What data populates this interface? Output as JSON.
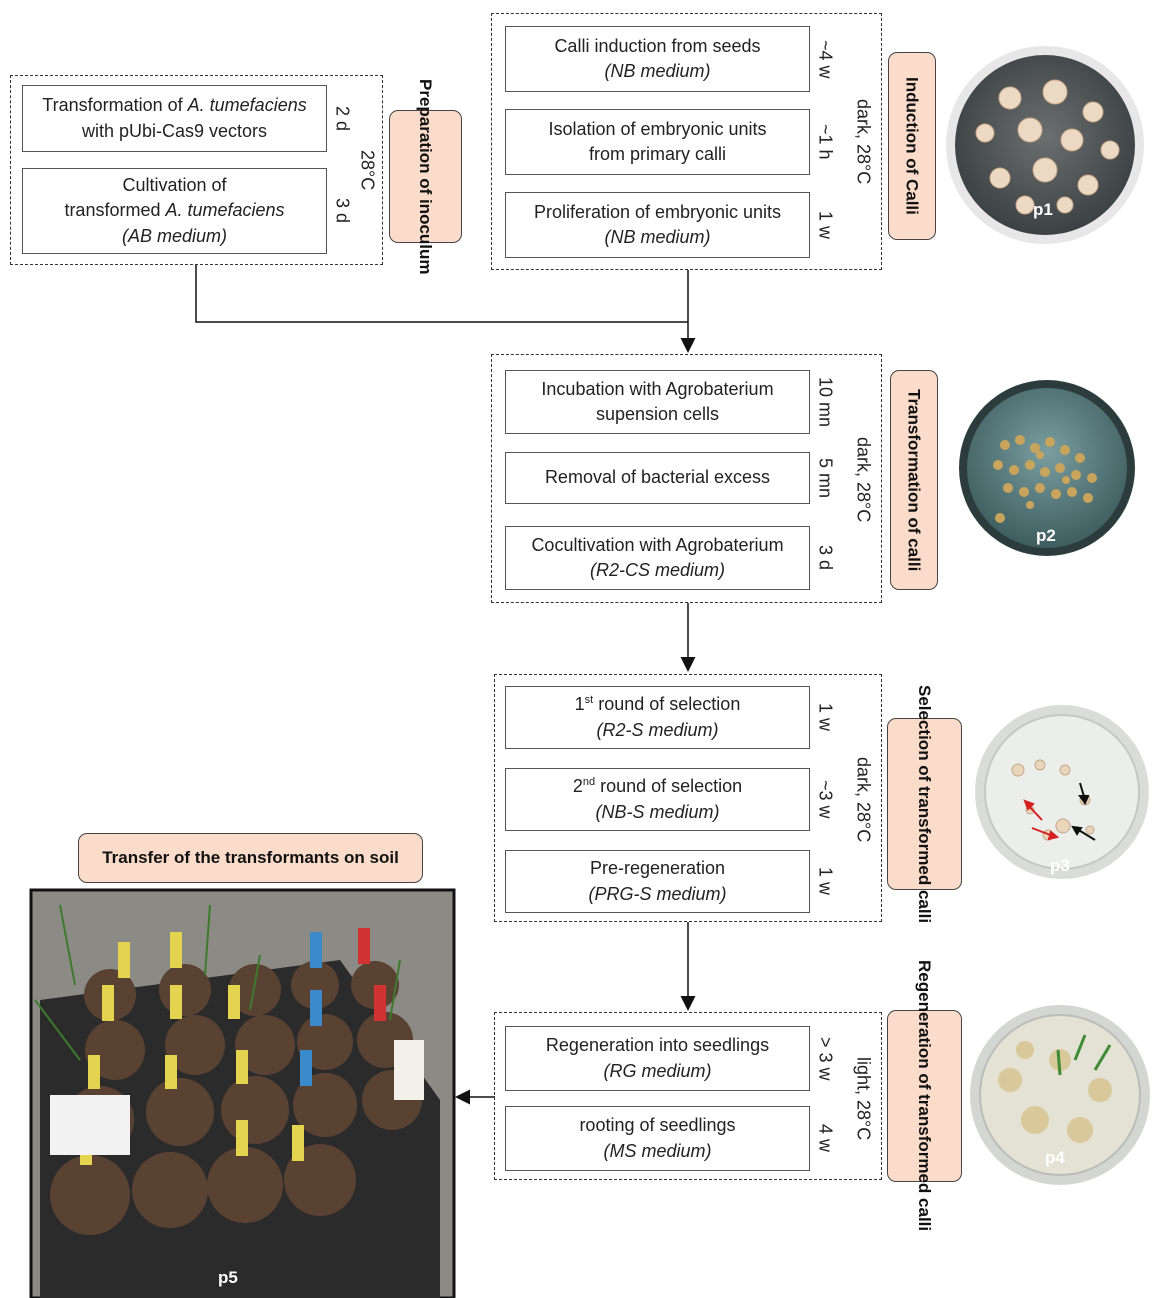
{
  "preparation": {
    "tag": "Preparation of inoculum",
    "condition": "28°C",
    "steps": [
      {
        "pre": "Transformation of ",
        "italic": "A. tumefaciens",
        "line2": "with pUbi-Cas9 vectors",
        "duration": "2 d"
      },
      {
        "line1": "Cultivation of",
        "pre": "transformed ",
        "italic": "A. tumefaciens",
        "medium": "(AB medium)",
        "duration": "3 d"
      }
    ]
  },
  "induction": {
    "tag": "Induction of Calli",
    "condition": "dark, 28°C",
    "photo_label": "p1",
    "steps": [
      {
        "text": "Calli induction from seeds",
        "medium": "(NB medium)",
        "duration": "~4 w"
      },
      {
        "text": "Isolation of embryonic units",
        "line2": "from primary calli",
        "duration": "~1 h"
      },
      {
        "text": "Proliferation of embryonic units",
        "medium": "(NB medium)",
        "duration": "1 w"
      }
    ]
  },
  "transformation": {
    "tag": "Transformation of calli",
    "condition": "dark, 28°C",
    "photo_label": "p2",
    "steps": [
      {
        "text": "Incubation with Agrobaterium",
        "line2": "supension cells",
        "duration": "10 mn"
      },
      {
        "text": "Removal of bacterial excess",
        "duration": "5 mn"
      },
      {
        "text": "Cocultivation with Agrobaterium",
        "medium": "(R2-CS medium)",
        "duration": "3 d"
      }
    ]
  },
  "selection": {
    "tag": "Selection of transformed calli",
    "condition": "dark, 28°C",
    "photo_label": "p3",
    "steps": [
      {
        "num": "1",
        "sup": "st",
        "text": " round of selection",
        "medium": "(R2-S medium)",
        "duration": "1 w"
      },
      {
        "num": "2",
        "sup": "nd",
        "text": " round of selection",
        "medium": "(NB-S medium)",
        "duration": "~3 w"
      },
      {
        "text": "Pre-regeneration",
        "medium": "(PRG-S medium)",
        "duration": "1 w"
      }
    ]
  },
  "regeneration": {
    "tag": "Regeneration of transformed calli",
    "condition": "light, 28°C",
    "photo_label": "p4",
    "steps": [
      {
        "text": "Regeneration into seedlings",
        "medium": "(RG medium)",
        "duration": "> 3 w"
      },
      {
        "text": "rooting of seedlings",
        "medium": "(MS medium)",
        "duration": "4 w"
      }
    ]
  },
  "soil": {
    "title": "Transfer of the transformants on soil",
    "photo_label": "p5"
  },
  "colors": {
    "tag_fill": "#fbdccb",
    "border": "#333333"
  }
}
